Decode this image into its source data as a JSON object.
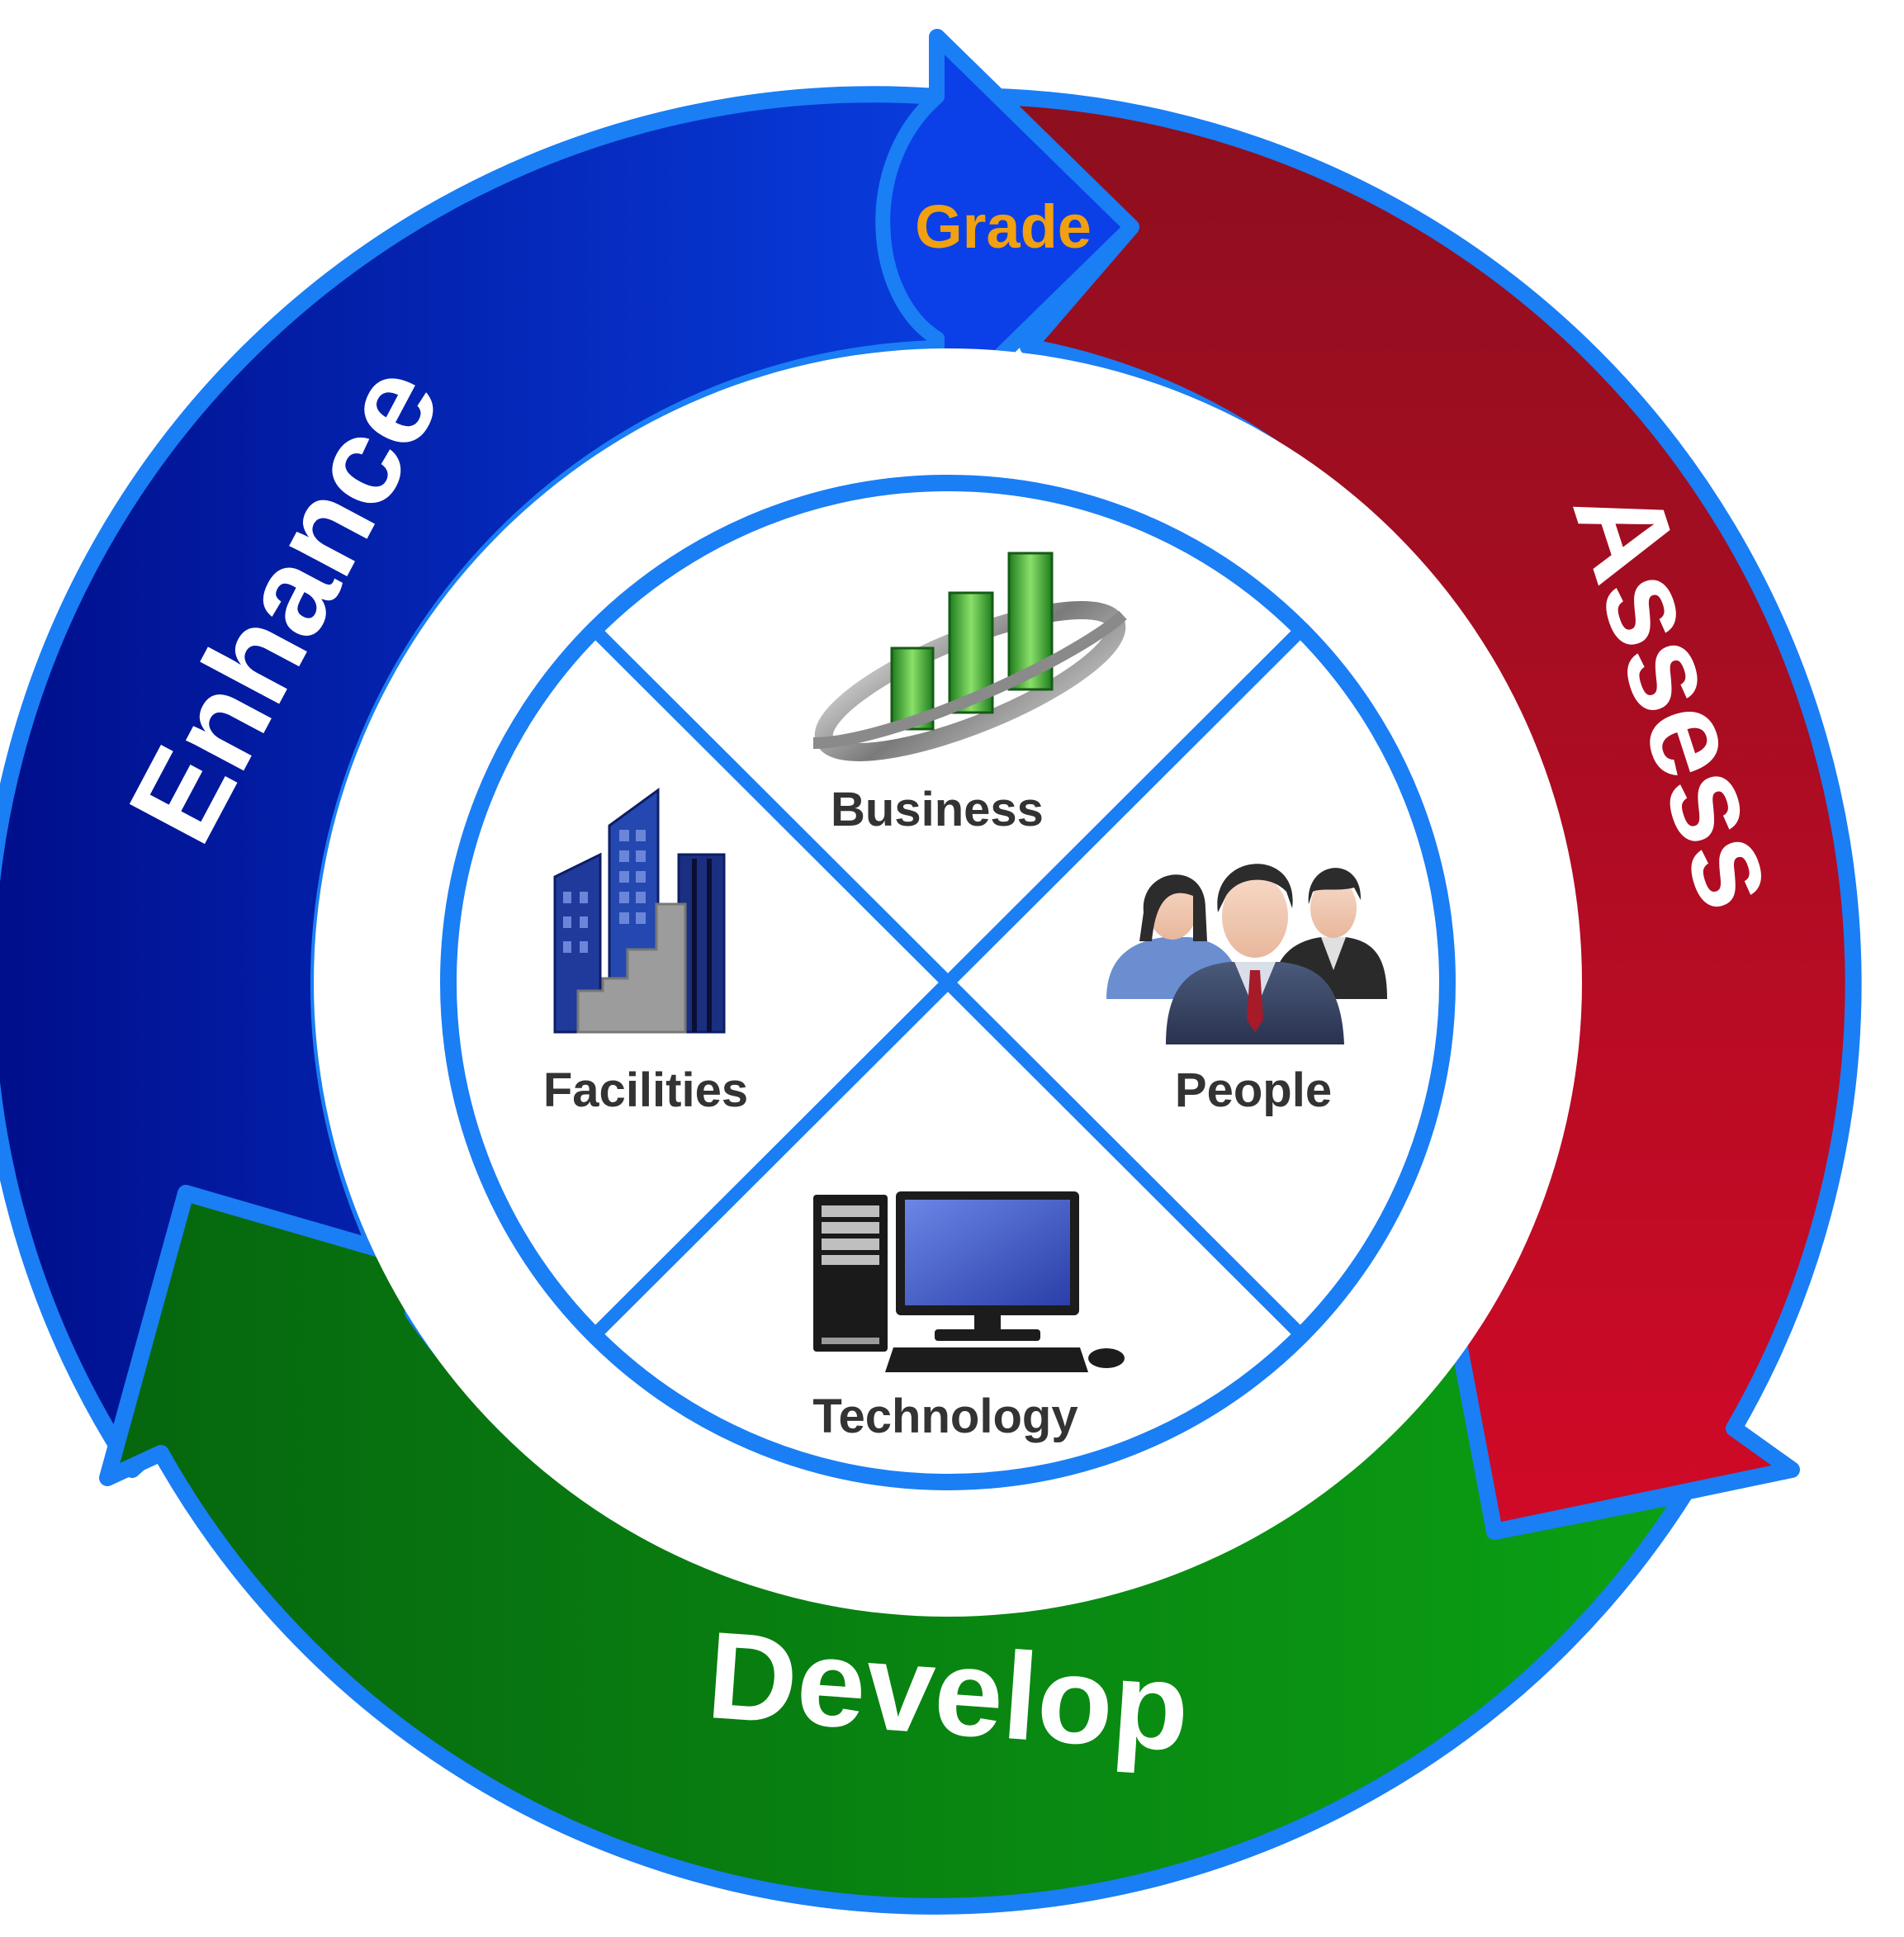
{
  "cycle": {
    "stages": [
      {
        "id": "enhance",
        "label": "Enhance"
      },
      {
        "id": "assess",
        "label": "Assess"
      },
      {
        "id": "develop",
        "label": "Develop"
      }
    ],
    "grade_label": "Grade"
  },
  "quadrants": {
    "business": "Business",
    "people": "People",
    "technology": "Technology",
    "facilities": "Facilities"
  },
  "colors": {
    "outline_blue": "#1a7ef5",
    "enhance_dark": "#000e8a",
    "enhance_light": "#0a46ee",
    "assess_dark": "#8a0f1e",
    "assess_light": "#d00a27",
    "develop_dark": "#06660e",
    "develop_light": "#0ba014",
    "grade_text": "#f0a010",
    "label_text": "#333333"
  },
  "icons": {
    "business": "bar-chart-growth-icon",
    "people": "people-group-icon",
    "technology": "desktop-computer-icon",
    "facilities": "office-buildings-icon"
  }
}
